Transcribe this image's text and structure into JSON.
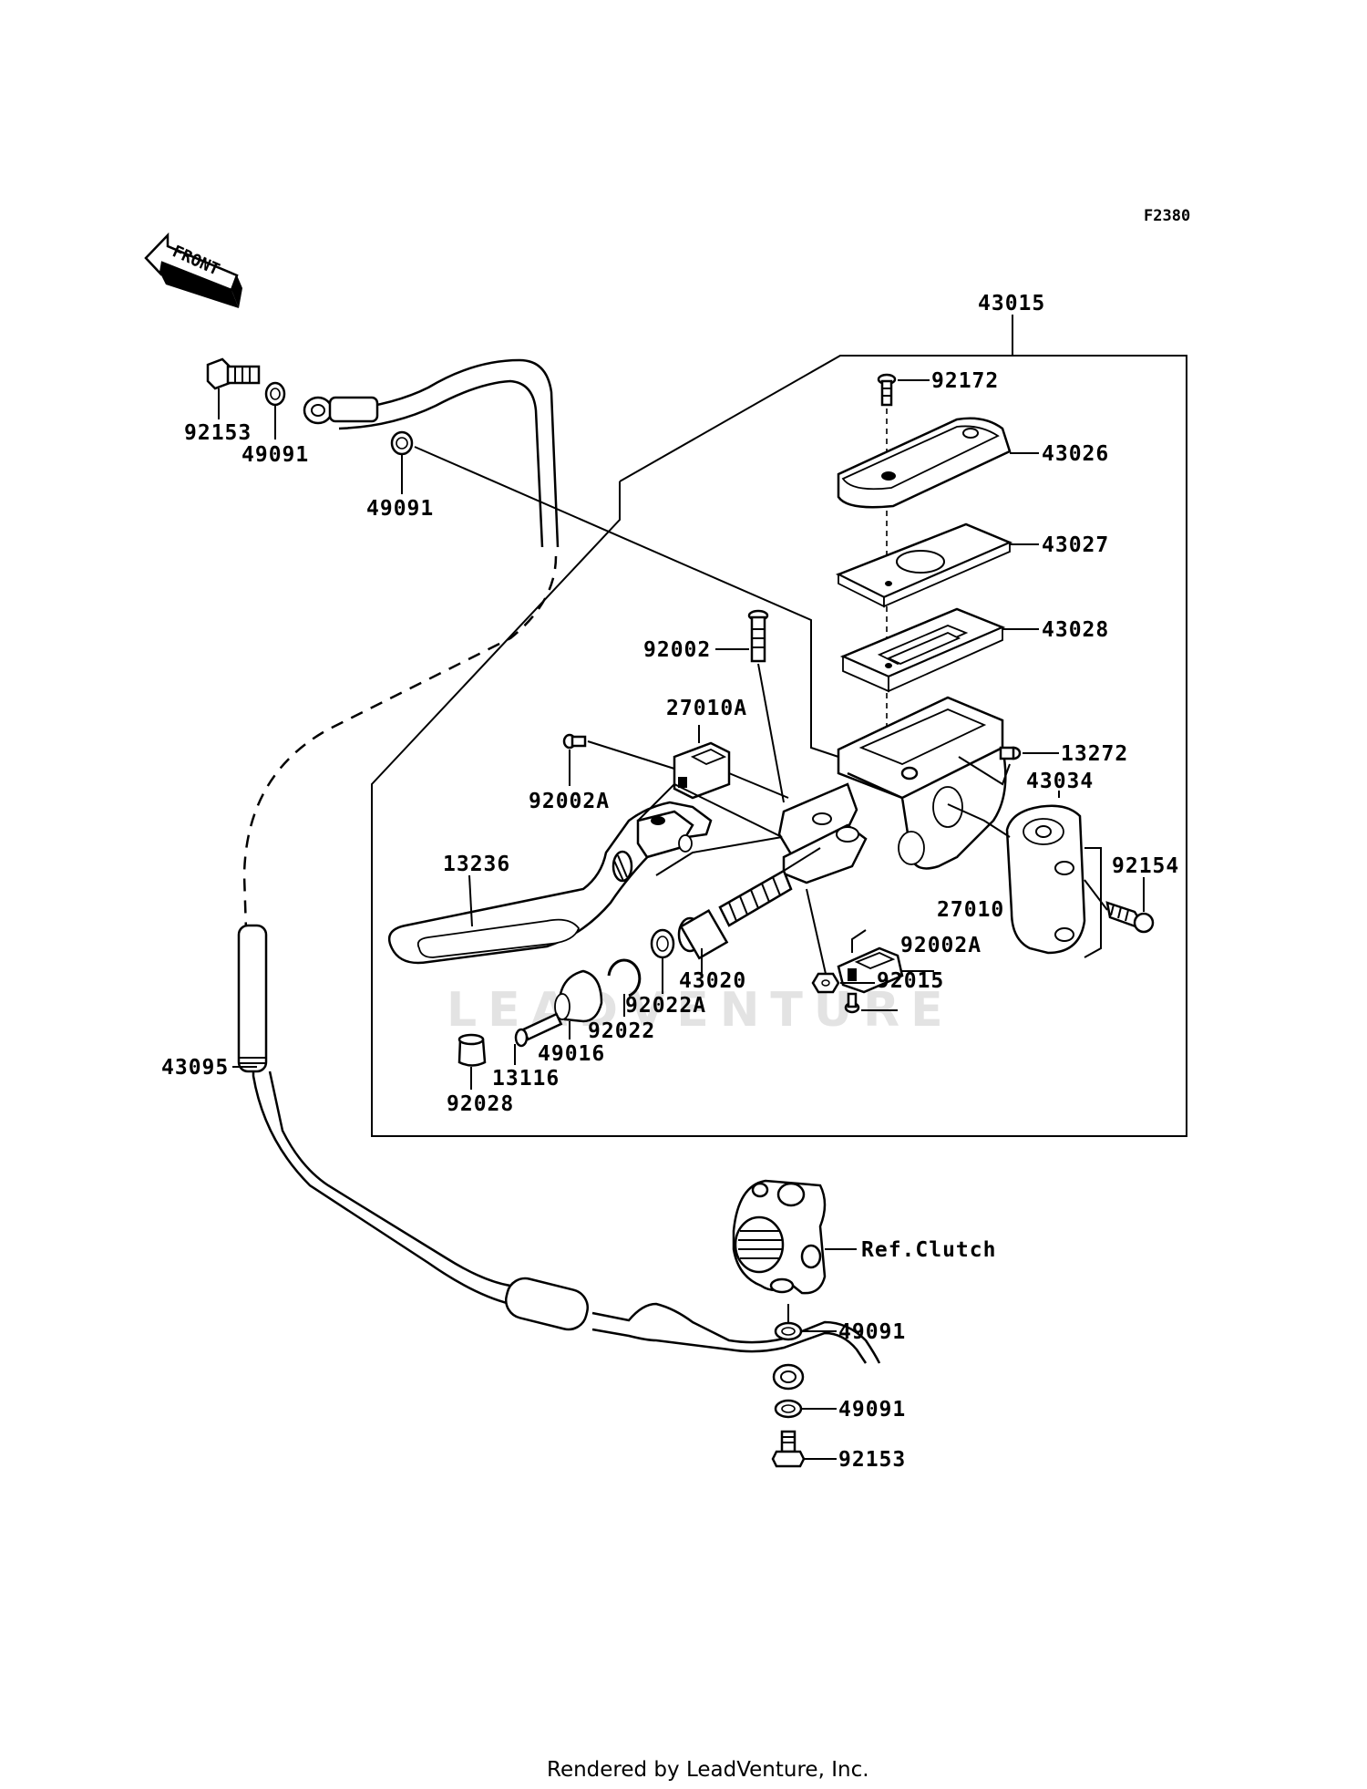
{
  "diagram": {
    "figure_code": "F2380",
    "front_label": "FRONT",
    "watermark": "LEADVENTURE",
    "footer": "Rendered by LeadVenture, Inc.",
    "ref_label": "Ref.Clutch",
    "labels": {
      "p43015": "43015",
      "p92172": "92172",
      "p43026": "43026",
      "p43027": "43027",
      "p43028": "43028",
      "p92002": "92002",
      "p27010A": "27010A",
      "p13272": "13272",
      "p43034": "43034",
      "p92002A_a": "92002A",
      "p13236": "13236",
      "p92154": "92154",
      "p27010": "27010",
      "p92002A_b": "92002A",
      "p43020": "43020",
      "p92015": "92015",
      "p92022A": "92022A",
      "p92022": "92022",
      "p49016": "49016",
      "p13116": "13116",
      "p92028": "92028",
      "p43095": "43095",
      "p92153_top": "92153",
      "p49091_top_a": "49091",
      "p49091_top_b": "49091",
      "p49091_bot_a": "49091",
      "p49091_bot_b": "49091",
      "p92153_bot": "92153"
    }
  }
}
